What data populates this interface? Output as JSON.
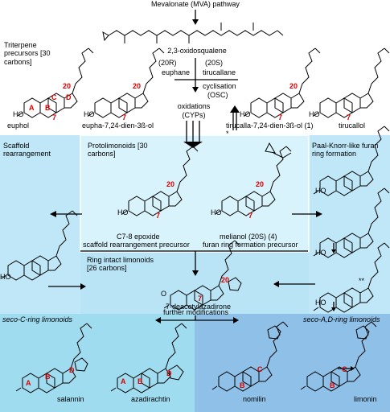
{
  "header": {
    "pathway": "Mevalonate (MVA) pathway",
    "oxidosqualene": "2,3-oxidosqualene"
  },
  "triterpene_precursors": {
    "label": "Triterpene precursors [30 carbons]",
    "compounds": [
      "euphol",
      "eupha-7,24-dien-3ß-ol",
      "tirucalla-7,24-dien-3ß-ol (1)",
      "tirucallol"
    ]
  },
  "cyclisation": {
    "left_stereo": "(20R)",
    "left_name": "euphane",
    "right_stereo": "(20S)",
    "right_name": "tirucallane",
    "line1": "cyclisation",
    "line2": "(OSC)"
  },
  "oxidations": {
    "line1": "oxidations",
    "line2": "(CYPs)"
  },
  "protolimonoids": {
    "label": "Protolimonoids [30 carbons]",
    "c78": "C7-8 epoxide",
    "c78_sub": "scaffold rearrangement precursor",
    "melianol": "melianol (20S) (4)",
    "melianol_sub": "furan ring formation precursor"
  },
  "side_labels": {
    "scaffold": "Scaffold rearrangement",
    "paal_knorr": "Paal-Knorr-like furan ring formation"
  },
  "ring_intact": {
    "label": "Ring intact limonoids [26 carbons]",
    "product": "7-deacetylazadirone"
  },
  "further": "further modifications",
  "seco_c": {
    "label": "seco-C-ring limonoids",
    "compounds": [
      "salannin",
      "azadirachtin"
    ]
  },
  "seco_ad": {
    "label": "seco-A,D-ring limonoids",
    "compounds": [
      "nomilin",
      "limonin"
    ]
  },
  "atom_labels": {
    "c20": "20",
    "c7": "7",
    "ring_a": "A",
    "ring_b": "B",
    "ring_c": "C",
    "ring_d": "D",
    "ho": "HO",
    "mark_star": "*",
    "mark_double_star": "**",
    "heavy_o": "O"
  },
  "colors": {
    "panel_light": "#cdeefb",
    "panel_mid": "#a8ddf3",
    "panel_seco_c": "#9fdcef",
    "panel_seco_ad": "#8ec0e8",
    "accent_red": "#dd0000"
  }
}
